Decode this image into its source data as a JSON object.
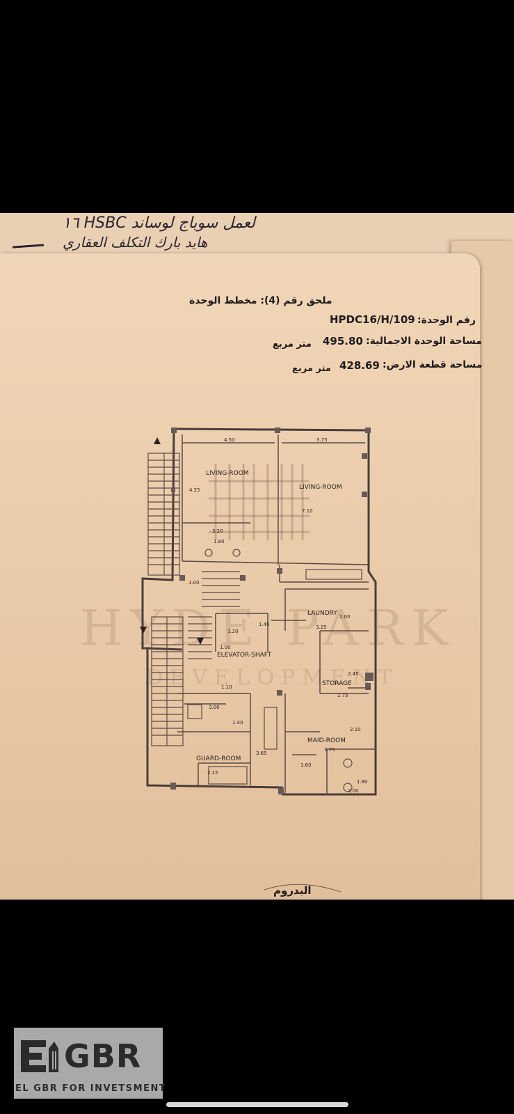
{
  "handwriting": {
    "line1": "١٦ HSBC لعمل سوباج لوساند",
    "line2": "هايد بارك التكلف العقاري"
  },
  "header": {
    "annex_title": "ملحق رقم (4): مخطط الوحدة",
    "unit_label": "رقم الوحدة:",
    "unit_number": "HPDC16/H/109",
    "total_area_label": "مساحة الوحدة الاجمالية:",
    "total_area_value": "495.80",
    "total_area_unit": "متر مربع",
    "land_area_label": "مساحة قطعة الارض:",
    "land_area_value": "428.69",
    "land_area_unit": "متر مربع"
  },
  "plan": {
    "rooms": {
      "living1": "LIVING-ROOM",
      "living2": "LIVING-ROOM",
      "laundry": "LAUNDRY",
      "elevator": "ELEVATOR-SHAFT",
      "storage": "STORAGE",
      "maid": "MAID-ROOM",
      "guard": "GUARD-ROOM"
    },
    "dims": {
      "d450": "4.50",
      "d375a": "3.75",
      "d425": "4.25",
      "d710": "7.10",
      "d320": "3.20",
      "d180a": "1.80",
      "d100": "1.00",
      "d145": "1.45",
      "d200a": "2.00",
      "d325": "3.25",
      "d120": "1.20",
      "d100b": "1.00",
      "d245": "2.45",
      "d110": "1.10",
      "d175": "1.75",
      "d300": "3.00",
      "d140": "1.40",
      "d210": "2.10",
      "d375b": "3.75",
      "d365": "3.65",
      "d160": "1.60",
      "d215": "2.15",
      "d180b": "1.80",
      "d200b": "2.00"
    },
    "level_caption": "البدروم"
  },
  "watermark": {
    "line1": "HYDE PARK",
    "line2": "DEVELOPMENT"
  },
  "logo": {
    "mark": "GBR",
    "tagline": "EL GBR FOR INVETSMENT"
  }
}
